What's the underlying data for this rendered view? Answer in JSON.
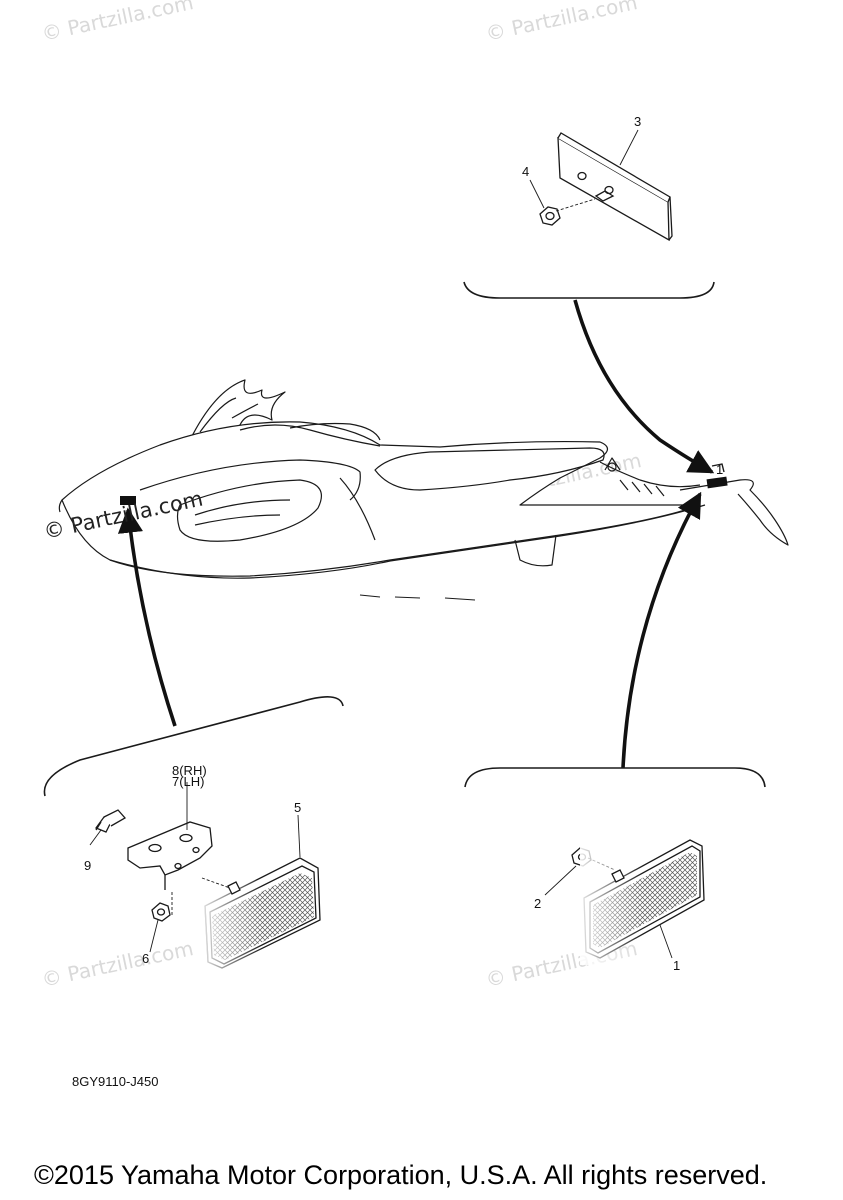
{
  "watermarks": {
    "text": "© Partzilla.com",
    "prominent": "© Partzilla.com"
  },
  "callouts": {
    "c1": "1",
    "c2": "2",
    "c3": "3",
    "c4": "4",
    "c5": "5",
    "c6": "6",
    "c7": "7(LH)",
    "c8": "8(RH)",
    "c9": "9",
    "marker": "1"
  },
  "diagram_code": "8GY9110-J450",
  "copyright": "©2015 Yamaha Motor Corporation, U.S.A. All rights reserved.",
  "colors": {
    "line": "#1a1a1a",
    "reflector_hatch": "#555555",
    "watermark": "#d9d9d9"
  }
}
